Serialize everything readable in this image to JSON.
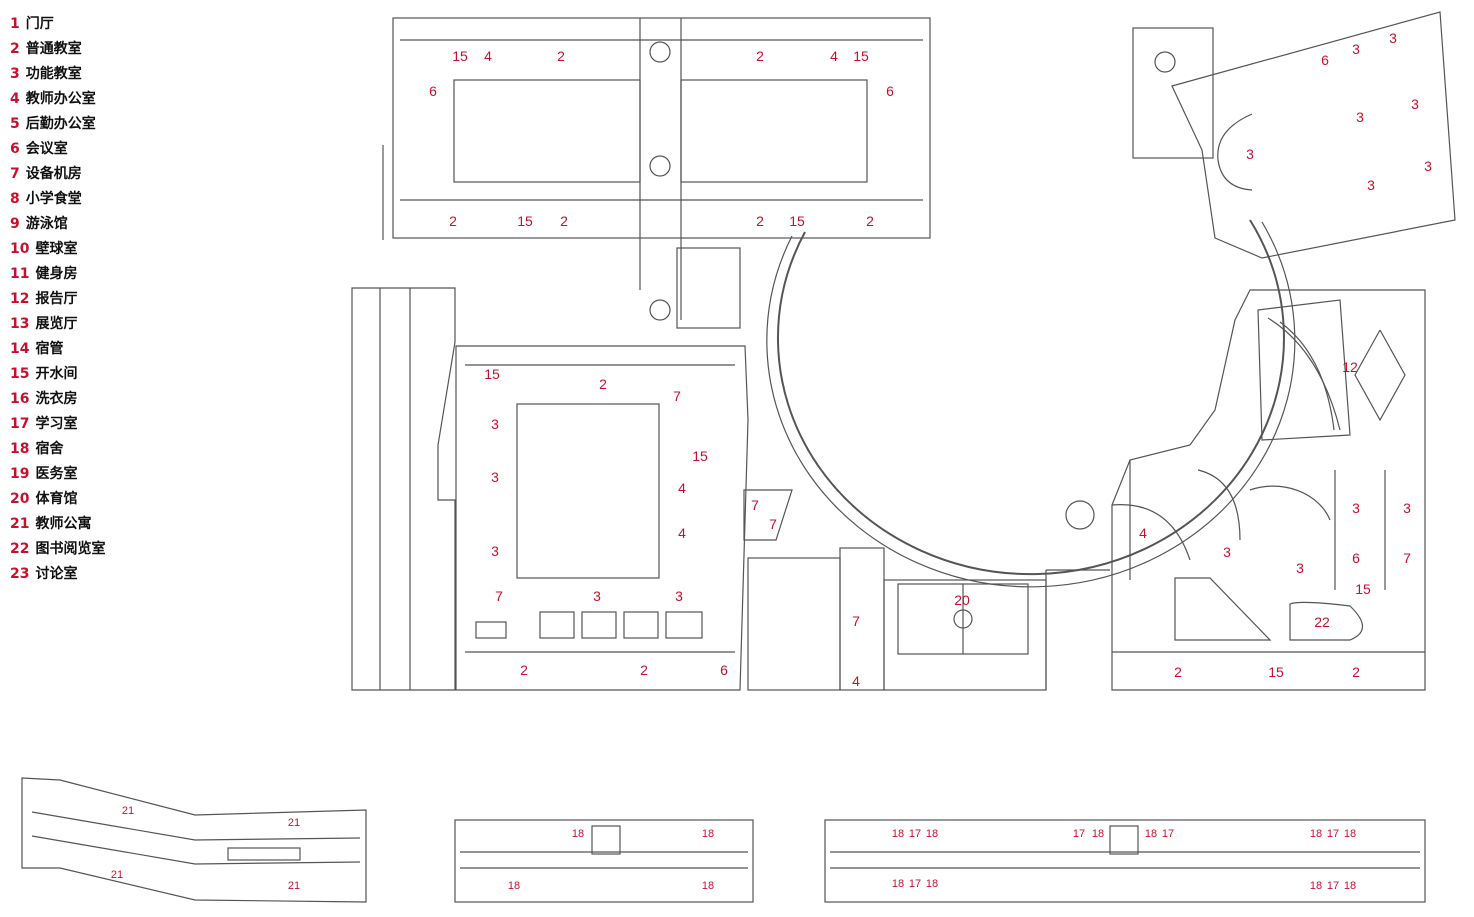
{
  "legend": [
    {
      "num": "1",
      "label": "门厅"
    },
    {
      "num": "2",
      "label": "普通教室"
    },
    {
      "num": "3",
      "label": "功能教室"
    },
    {
      "num": "4",
      "label": "教师办公室"
    },
    {
      "num": "5",
      "label": "后勤办公室"
    },
    {
      "num": "6",
      "label": "会议室"
    },
    {
      "num": "7",
      "label": "设备机房"
    },
    {
      "num": "8",
      "label": "小学食堂"
    },
    {
      "num": "9",
      "label": "游泳馆"
    },
    {
      "num": "10",
      "label": "壁球室"
    },
    {
      "num": "11",
      "label": "健身房"
    },
    {
      "num": "12",
      "label": "报告厅"
    },
    {
      "num": "13",
      "label": "展览厅"
    },
    {
      "num": "14",
      "label": "宿管"
    },
    {
      "num": "15",
      "label": "开水间"
    },
    {
      "num": "16",
      "label": "洗衣房"
    },
    {
      "num": "17",
      "label": "学习室"
    },
    {
      "num": "18",
      "label": "宿舍"
    },
    {
      "num": "19",
      "label": "医务室"
    },
    {
      "num": "20",
      "label": "体育馆"
    },
    {
      "num": "21",
      "label": "教师公寓"
    },
    {
      "num": "22",
      "label": "图书阅览室"
    },
    {
      "num": "23",
      "label": "讨论室"
    }
  ],
  "colors": {
    "accent": "#c8102e",
    "line": "#555555"
  },
  "room_labels": {
    "r1": "15",
    "r2": "4",
    "r3": "2",
    "r4": "2",
    "r5": "4",
    "r6": "15",
    "r7": "6",
    "r8": "6",
    "r9": "2",
    "r10": "15",
    "r11": "2",
    "r12": "2",
    "r13": "15",
    "r14": "2",
    "r15": "15",
    "r16": "2",
    "r17": "7",
    "r18": "3",
    "r19": "3",
    "r20": "3",
    "r21": "15",
    "r22": "4",
    "r23": "4",
    "r24": "7",
    "r25": "3",
    "r26": "3",
    "r27": "2",
    "r28": "2",
    "r29": "6",
    "r30": "7",
    "r31": "7",
    "r32": "7",
    "r33": "4",
    "r34": "20",
    "r35": "6",
    "r36": "3",
    "r37": "3",
    "r38": "3",
    "r39": "3",
    "r40": "3",
    "r41": "3",
    "r42": "3",
    "r43": "12",
    "r44": "4",
    "r45": "3",
    "r46": "3",
    "r47": "3",
    "r48": "3",
    "r49": "6",
    "r50": "7",
    "r51": "15",
    "r52": "22",
    "r53": "2",
    "r54": "15",
    "r55": "2",
    "r56": "21",
    "r57": "21",
    "r58": "21",
    "r59": "21",
    "r60": "18",
    "r61": "18",
    "r62": "18",
    "r63": "18",
    "r64": "18",
    "r65": "17",
    "r66": "18",
    "r67": "17",
    "r68": "18",
    "r69": "18",
    "r70": "17",
    "r71": "18",
    "r72": "17",
    "r73": "18",
    "r74": "18",
    "r75": "17",
    "r76": "18",
    "r77": "18",
    "r78": "17",
    "r79": "18"
  }
}
